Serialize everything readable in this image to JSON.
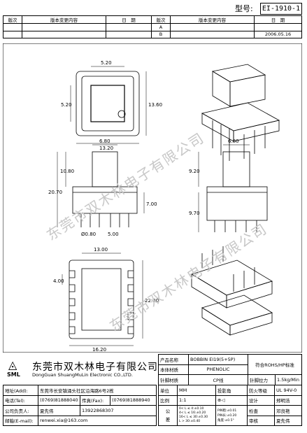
{
  "header": {
    "model_label": "型号:",
    "model_value": "EI-1910-1"
  },
  "revision": {
    "headers": [
      "版次",
      "版本变更内容",
      "日　期",
      "版次",
      "版本变更内容",
      "日　期"
    ],
    "rows": [
      [
        "",
        "",
        "",
        "A",
        "",
        ""
      ],
      [
        "",
        "",
        "",
        "B",
        "",
        "2006.05.16"
      ]
    ]
  },
  "dimensions": {
    "top": {
      "d1": "5.20",
      "d2": "5.20",
      "d3": "13.60",
      "d4": "13.20"
    },
    "front": {
      "d1": "6.80",
      "d2": "10.80",
      "d3": "20.70",
      "d4": "7.00",
      "d5": "Ø0.80",
      "d6": "5.00"
    },
    "side": {
      "d1": "6.80",
      "d2": "9.20",
      "d3": "9.70"
    },
    "bottom": {
      "d1": "13.00",
      "d2": "4.00",
      "d3": "22.00",
      "d4": "16.20"
    }
  },
  "watermark": "东莞市双木林电子有限公司",
  "company": {
    "logo_symbol": "◬",
    "abbr": "SML",
    "name_cn": "东莞市双木林电子有限公司",
    "name_en": "DongGuan ShuangMuLin Electronic CO.,LTD."
  },
  "product": {
    "name_label": "产品名称",
    "name_value": "BOBBIN EI19(5+5P)",
    "rohs": "符合ROHS/HP标准",
    "material_label": "本体材质",
    "material_value": "PHENOLIC",
    "pin_label": "针脚材质",
    "pin_value": "CP线",
    "pull_label": "针脚拉力",
    "pull_value": "1.5kg/Min"
  },
  "contact": {
    "address_label": "地址(Add):",
    "address_value": "东莞市长安镇涌头社区沿海路6号2栋",
    "tel_label": "电话(Tel):",
    "tel_value": "(0769)81888040",
    "fax_label": "传真(Fax):",
    "fax_value": "(0769)81888940",
    "manager_label": "公司负责人:",
    "manager_value": "夏先伟",
    "mobile_value": "13922868307",
    "email_label": "邮箱(E-mail):",
    "email_value": "renwei.xia@163.com"
  },
  "spec": {
    "unit_label": "单位",
    "unit_value": "MM",
    "projection_label": "投影角",
    "flame_label": "防火等级",
    "flame_value": "UL 94V-0",
    "scale_label": "比例",
    "scale_value": "1:1",
    "design_label": "设计",
    "design_value": "郑明浩",
    "tolerance_label_1": "公",
    "tolerance_label_2": "差",
    "tol1": "0< L ≤ 4:±0.10",
    "tol2": "4< L ≤ 16:±0.20",
    "tol3": "16< L ≤ 30:±0.30",
    "tol4": "L > 30:±0.40",
    "ang1": "PIN粗:±0.01",
    "ang2": "PIN长:±0.20",
    "ang3": "角度:±0.5°",
    "check_label": "检查",
    "check_value": "邓良艳",
    "approve_label": "审核",
    "approve_value": "夏先伟"
  }
}
